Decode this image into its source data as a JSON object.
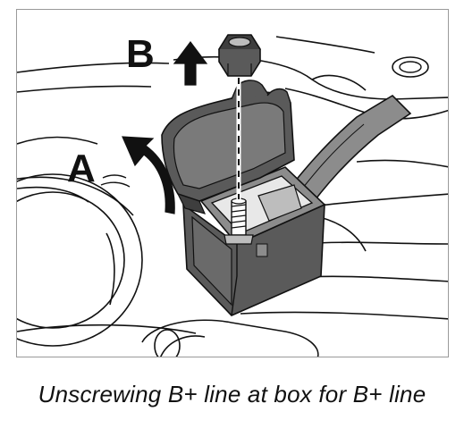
{
  "callouts": {
    "a": "A",
    "b": "B"
  },
  "caption": "Unscrewing B+ line at box for B+ line",
  "icons": [
    "up-arrow-icon",
    "curved-arrow-icon",
    "hex-nut-icon",
    "threaded-stud-icon"
  ],
  "colors": {
    "line": "#111111",
    "component_fill": "#5a5a5a",
    "component_fill_light": "#8c8c8c",
    "frame": "#9a9a9a"
  }
}
